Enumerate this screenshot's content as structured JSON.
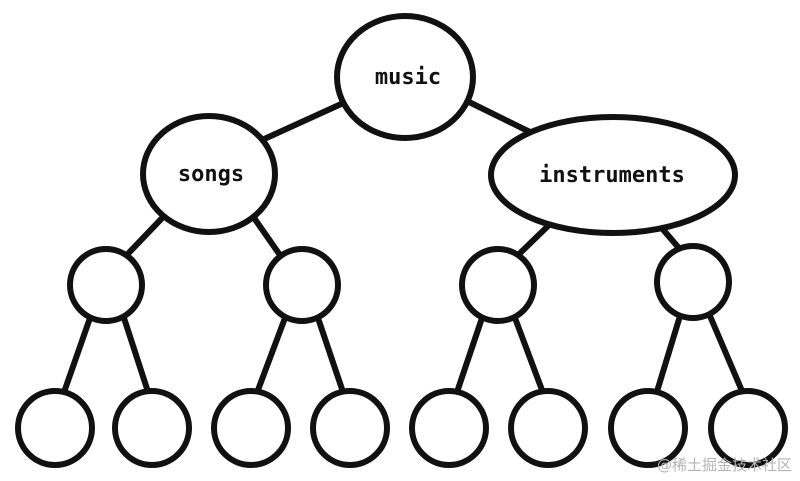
{
  "diagram": {
    "type": "tree",
    "root": {
      "label": "music",
      "children": [
        {
          "label": "songs",
          "children": [
            {
              "label": "",
              "children": [
                {
                  "label": ""
                },
                {
                  "label": ""
                }
              ]
            },
            {
              "label": "",
              "children": [
                {
                  "label": ""
                },
                {
                  "label": ""
                }
              ]
            }
          ]
        },
        {
          "label": "instruments",
          "children": [
            {
              "label": "",
              "children": [
                {
                  "label": ""
                },
                {
                  "label": ""
                }
              ]
            },
            {
              "label": "",
              "children": [
                {
                  "label": ""
                },
                {
                  "label": ""
                }
              ]
            }
          ]
        }
      ]
    }
  },
  "labels": {
    "music": "music",
    "songs": "songs",
    "instruments": "instruments"
  },
  "watermark": "@稀土掘金技术社区",
  "colors": {
    "stroke": "#111111",
    "fill": "#ffffff",
    "watermark": "#b5b5b5"
  }
}
